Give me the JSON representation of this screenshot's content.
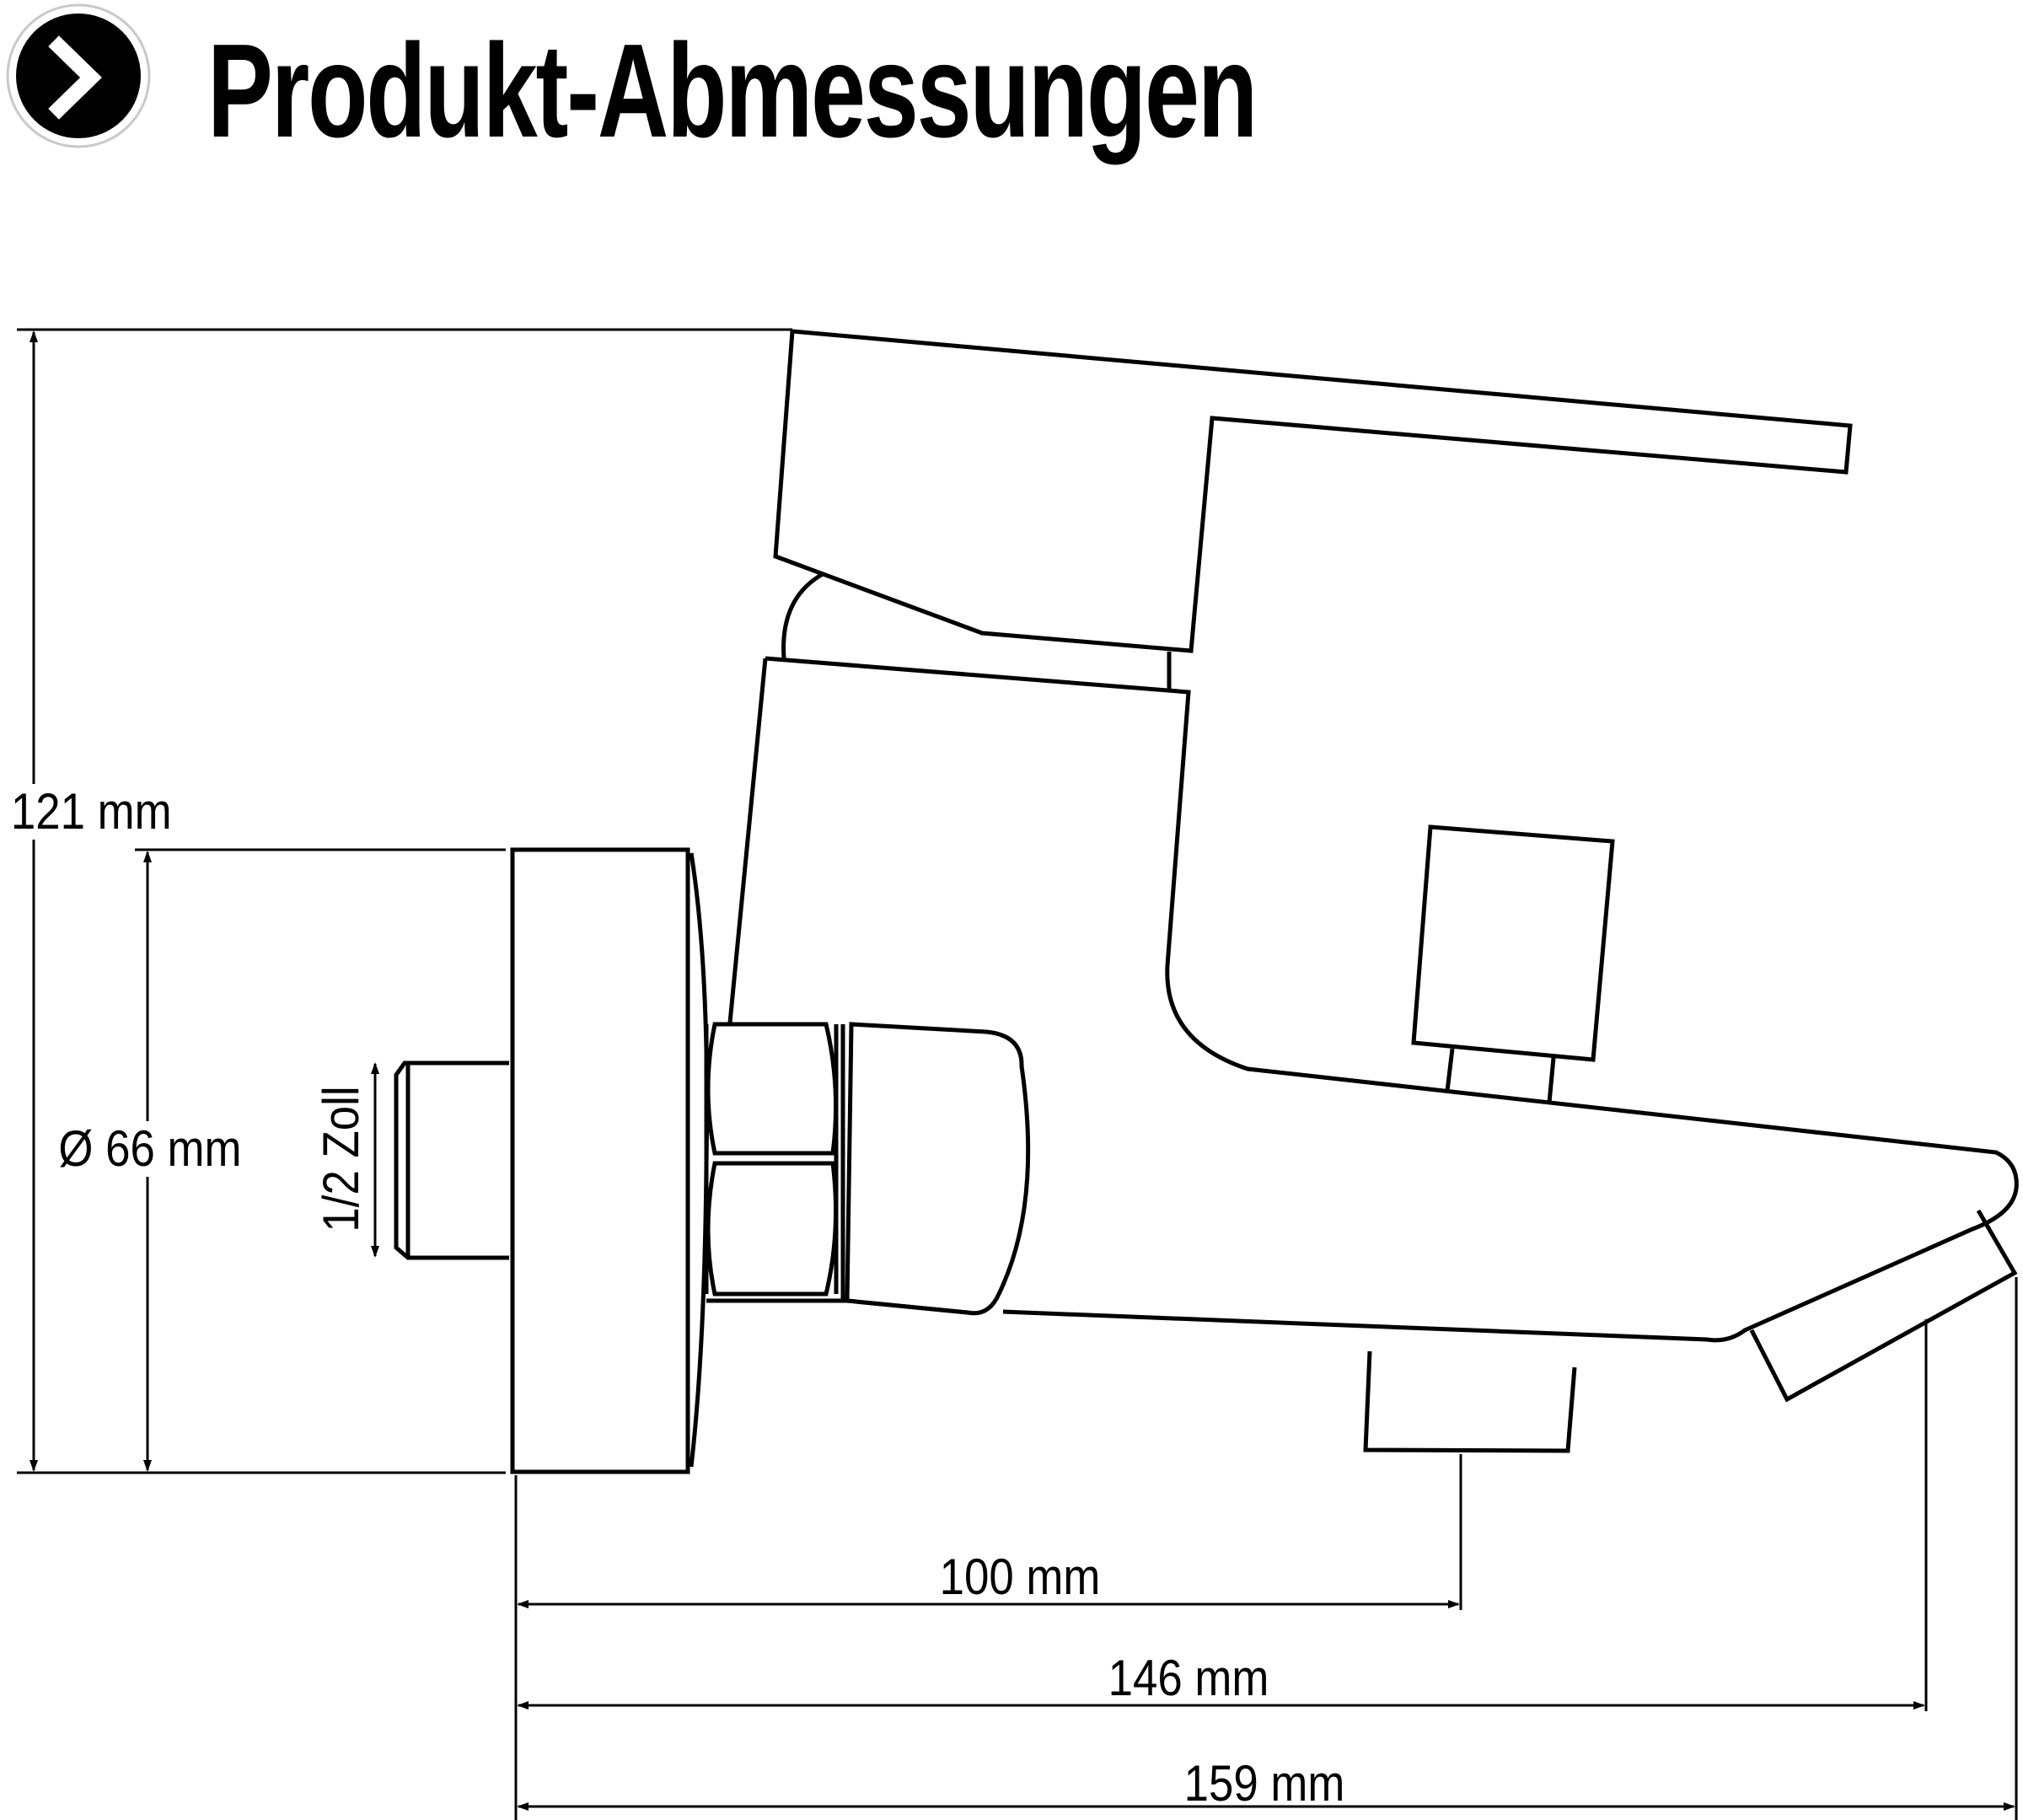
{
  "header": {
    "icon": "chevron-right-circle-icon",
    "title": "Produkt-Abmessungen"
  },
  "dimensions": {
    "height_total": "121 mm",
    "rosette_diameter": "Ø 66 mm",
    "thread_size": "1/2 Zoll",
    "depth_outlet": "100 mm",
    "depth_spout": "146 mm",
    "depth_total": "159 mm"
  },
  "colors": {
    "line": "#000000",
    "background": "#ffffff"
  }
}
